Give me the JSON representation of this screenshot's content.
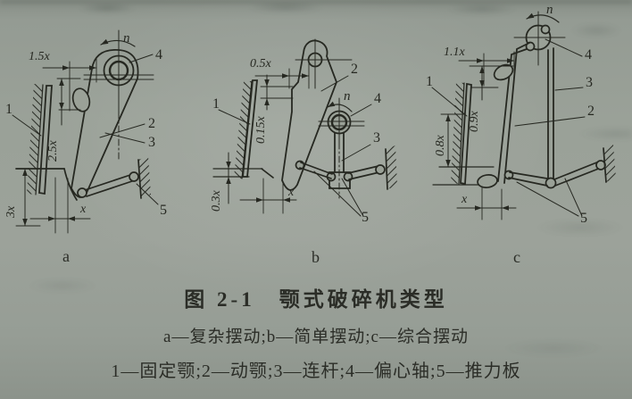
{
  "figure": {
    "title": "图 2-1　颚式破碎机类型",
    "subtitle": "a—复杂摆动;b—简单摆动;c—综合摆动",
    "legend": "1—固定颚;2—动颚;3—连杆;4—偏心轴;5—推力板"
  },
  "colors": {
    "paper": "#9aa197",
    "ink": "#262821"
  },
  "diagrams": {
    "a": {
      "label": "a",
      "speed": "n",
      "dim_top": "1.5x",
      "dim_mid": "2.5x",
      "dim_low": "3x",
      "dim_gap": "x",
      "p1": "1",
      "p2": "2",
      "p3": "3",
      "p4": "4",
      "p5": "5"
    },
    "b": {
      "label": "b",
      "speed": "n",
      "dim_top": "0.5x",
      "dim_mid": "0.15x",
      "dim_low": "0.3x",
      "dim_gap": "x",
      "p1": "1",
      "p2": "2",
      "p3": "3",
      "p4": "4",
      "p5": "5"
    },
    "c": {
      "label": "c",
      "speed": "n",
      "dim_top": "1.1x",
      "dim_mid": "0.9x",
      "dim_low": "0.8x",
      "dim_gap": "x",
      "p1": "1",
      "p2": "2",
      "p3": "3",
      "p4": "4",
      "p5": "5"
    }
  }
}
